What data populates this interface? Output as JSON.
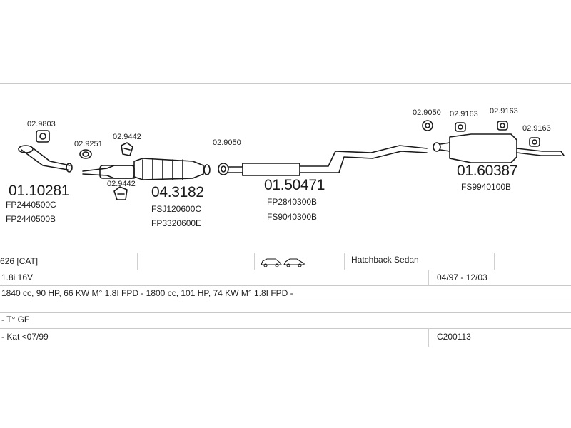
{
  "parts": {
    "front_pipe": {
      "number": "01.10281",
      "refs": [
        "FP2440500C",
        "FP2440500B"
      ]
    },
    "gasket_front": "02.9803",
    "gasket_cat_1": "02.9251",
    "clamp_cat_1": "02.9442",
    "clamp_cat_2": "02.9442",
    "catalyst": {
      "number": "04.3182",
      "refs": [
        "FSJ120600C",
        "FP3320600E"
      ]
    },
    "gasket_mid": "02.9050",
    "middle_pipe": {
      "number": "01.50471",
      "refs": [
        "FP2840300B",
        "FS9040300B"
      ]
    },
    "gasket_rear": "02.9050",
    "hanger_rear_1": "02.9163",
    "hanger_rear_2": "02.9163",
    "hanger_rear_3": "02.9163",
    "rear_silencer": {
      "number": "01.60387",
      "refs": [
        "FS9940100B"
      ]
    }
  },
  "table": {
    "model": "626  [CAT]",
    "body_types": "Hatchback Sedan",
    "engine": "1.8i 16V",
    "period": "04/97 - 12/03",
    "spec": "1840 cc, 90 HP, 66 KW M° 1.8I FPD - 1800 cc, 101 HP, 74 KW M° 1.8I FPD -",
    "note1": "- T° GF",
    "note2": "- Kat <07/99",
    "code": "C200113"
  },
  "colors": {
    "ink": "#1a1a1a",
    "line": "#c9c9c9"
  }
}
